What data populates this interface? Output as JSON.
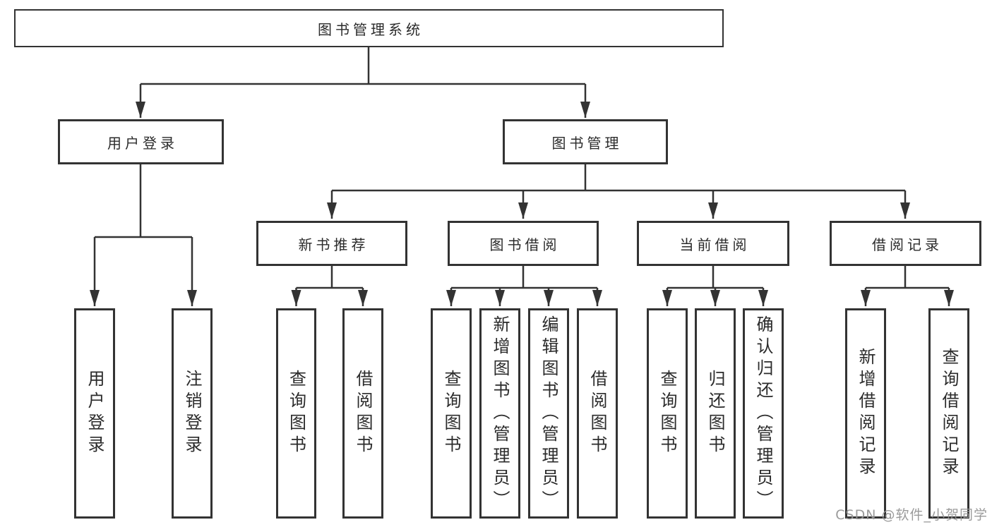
{
  "diagram_title": "图书管理系统",
  "watermark": "CSDN @软件_小贺同学",
  "colors": {
    "line": "#333333",
    "text": "#2b2b2b",
    "background": "#ffffff",
    "watermark": "#969696"
  },
  "tree": {
    "label": "图书管理系统",
    "children": [
      {
        "label": "用户登录",
        "children": [
          {
            "label": "用户登录"
          },
          {
            "label": "注销登录"
          }
        ]
      },
      {
        "label": "图书管理",
        "children": [
          {
            "label": "新书推荐",
            "children": [
              {
                "label": "查询图书"
              },
              {
                "label": "借阅图书"
              }
            ]
          },
          {
            "label": "图书借阅",
            "children": [
              {
                "label": "查询图书"
              },
              {
                "label": "新增图书（管理员）"
              },
              {
                "label": "编辑图书（管理员）"
              },
              {
                "label": "借阅图书"
              }
            ]
          },
          {
            "label": "当前借阅",
            "children": [
              {
                "label": "查询图书"
              },
              {
                "label": "归还图书"
              },
              {
                "label": "确认归还（管理员）"
              }
            ]
          },
          {
            "label": "借阅记录",
            "children": [
              {
                "label": "新增借阅记录"
              },
              {
                "label": "查询借阅记录"
              }
            ]
          }
        ]
      }
    ]
  }
}
